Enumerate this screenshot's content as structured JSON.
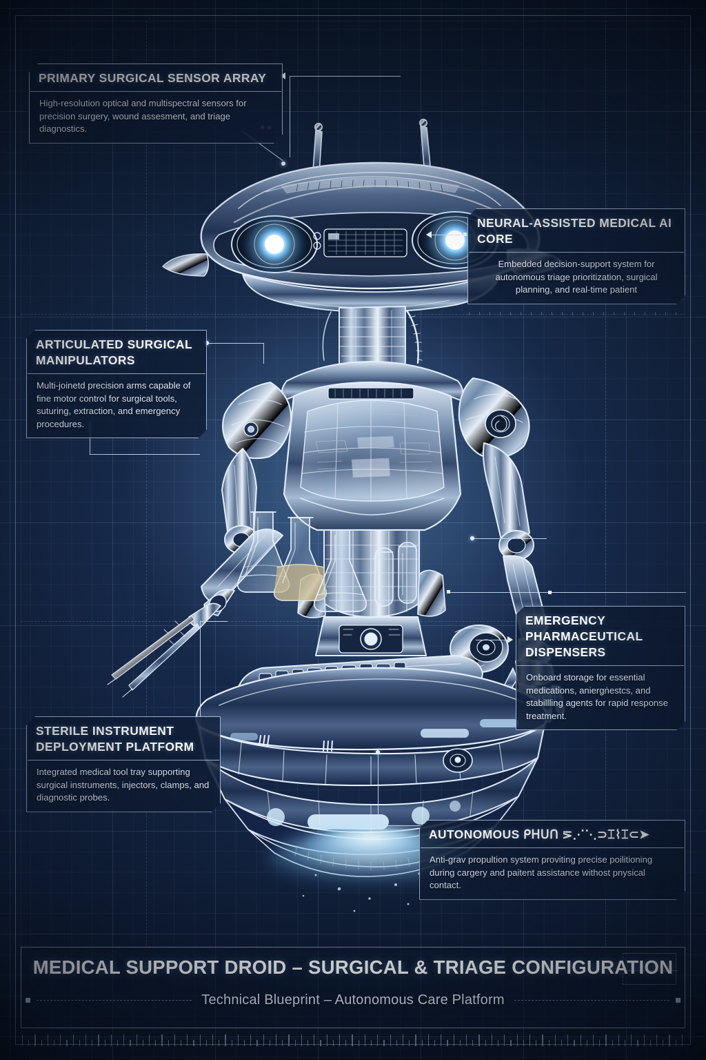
{
  "document": {
    "kind": "technical-blueprint",
    "background_color": "#17294a",
    "grid_color": "#2a3f63",
    "line_color": "#d0e4fa",
    "accent_glow": "#9fd4ff"
  },
  "callouts": [
    {
      "id": "primary-surgical-sensor-array",
      "title": "PRIMARY SURGICAL SENSOR ARRAY",
      "body": "High-resolution optical and multispectral sensors for precision surgery, wound assesment, and triage diagnostics.",
      "align": "left"
    },
    {
      "id": "neural-assisted-medical-ai-core",
      "title": "NEURAL-ASSISTED MEDICAL AI CORE",
      "body": "Embedded decision-support system for autonomous triage prioritization, surgical planning, and real-time patient",
      "align": "center"
    },
    {
      "id": "articulated-surgical-manipulators",
      "title": "ARTICULATED SURGICAL MANIPULATORS",
      "body": "Multi-joinetd precision arms capable of fine motor control for surgical tools, suturing, extraction, and emergency procedures.",
      "align": "left"
    },
    {
      "id": "emergency-pharmaceutical-dispensers",
      "title": "EMERGENCY PHARMACEUTICAL DISPENSERS",
      "body": "Onboard storage for essential medications, aniergṅestcs, and stabillling agents for rapid response treatment.",
      "align": "left"
    },
    {
      "id": "sterile-instrument-deployment-platform",
      "title": "STERILE INSTRUMENT DEPLOYMENT PLATFORM",
      "body": "Integrated medical tool tray supporting surgical instruments, injectors, clamps, and diagnostic probes.",
      "align": "left"
    },
    {
      "id": "autonomous-propulsion",
      "title": "AUTONOMOUS ᑭᕼᑌᑎ ⋝⋰⋱⊃⌶⌇⌶⊂➤",
      "body": "Anti-grav propultion system proviting precise poilitioning during cargery and paitent assistance withost pnysical contact.",
      "align": "left"
    }
  ],
  "title_block": {
    "title": "MEDICAL SUPPORT DROID – SURGICAL & TRIAGE CONFIGURATION",
    "subtitle": "Technical Blueprint – Autonomous Care Platform"
  },
  "subject": {
    "name": "medical-support-droid",
    "description": "Humanoid upper-body medical droid on a hovering saucer platform",
    "features": [
      "saucer-head-with-twin-glowing-optics",
      "twin-antennae",
      "segmented-articulated-neck",
      "armored-chest-plating",
      "left-arm-surgical-probe-instruments",
      "right-arm-articulated-hand",
      "instrument-tray-with-flasks-and-vials",
      "anti-grav-saucer-base-with-thruster-glow"
    ],
    "tray_items": [
      "flask-clear",
      "flask-amber",
      "flask-clear-small",
      "vial",
      "vial"
    ],
    "panel_marks": [
      "III",
      "III"
    ]
  }
}
